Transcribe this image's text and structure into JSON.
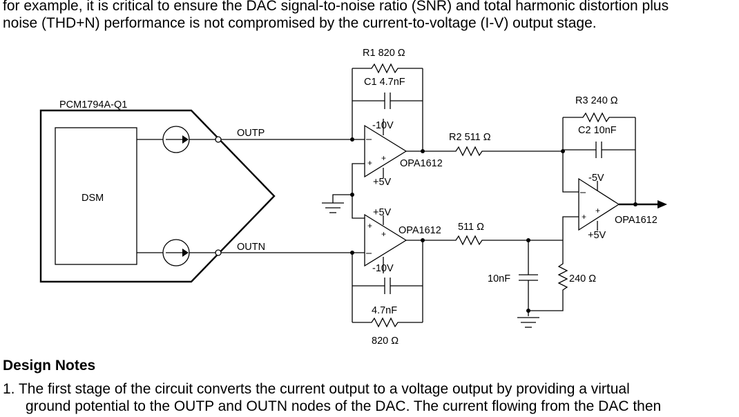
{
  "intro": {
    "line1": "for example, it is critical to ensure the DAC signal-to-noise ratio (SNR) and total harmonic distortion plus",
    "line2": "noise (THD+N) performance is not compromised by the current-to-voltage (I-V) output stage."
  },
  "schematic": {
    "chip_label": "PCM1794A-Q1",
    "dsm_label": "DSM",
    "outp_label": "OUTP",
    "outn_label": "OUTN",
    "r1_label": "R1 820 Ω",
    "c1_label": "C1 4.7nF",
    "top_opamp_neg_supply": "-10V",
    "top_opamp_pos_supply": "+5V",
    "top_opamp_label": "OPA1612",
    "r2_label": "R2 511 Ω",
    "r3_label": "R3 240 Ω",
    "c2_label": "C2 10nF",
    "diff_opamp_neg_supply": "-5V",
    "diff_opamp_pos_supply": "+5V",
    "diff_opamp_label": "OPA1612",
    "bottom_opamp_pos_supply": "+5V",
    "bottom_opamp_neg_supply": "-10V",
    "bottom_opamp_label": "OPA1612",
    "r_bottom_series_label": "511 Ω",
    "c_bottom_feedback_label": "4.7nF",
    "r_bottom_feedback_label": "820 Ω",
    "c_shunt_label": "10nF",
    "r_shunt_label": "240 Ω",
    "plus_sign": "+",
    "minus_sign": "–"
  },
  "design_notes": {
    "heading": "Design Notes",
    "note1_line1": "1.  The first stage of the circuit converts the current output to a voltage output by providing a virtual",
    "note1_line2": "ground potential to the OUTP and OUTN nodes of the DAC. The current flowing from the DAC then"
  }
}
